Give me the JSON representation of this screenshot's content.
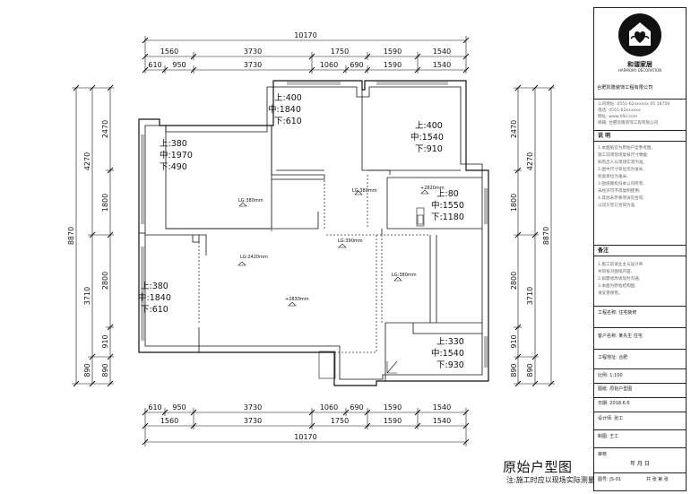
{
  "dimensions": {
    "top_total": "10170",
    "top_row1": [
      "1560",
      "3730",
      "1750",
      "1590",
      "1540"
    ],
    "top_row2": [
      "610",
      "950",
      "3730",
      "1060",
      "690",
      "1590",
      "1540"
    ],
    "bottom_row1": [
      "610",
      "950",
      "3730",
      "1060",
      "690",
      "1590",
      "1540"
    ],
    "bottom_row2": [
      "1560",
      "3730",
      "1750",
      "1590",
      "1540"
    ],
    "bottom_total": "10170",
    "left_total": "8870",
    "left_outer": [
      "4270",
      "3710",
      "890"
    ],
    "left_inner": [
      "2470",
      "1800",
      "2800",
      "910",
      "890"
    ],
    "right_total": "8870",
    "right_outer": [
      "4270",
      "3710",
      "890"
    ],
    "right_inner": [
      "2470",
      "1800",
      "2800",
      "910",
      "890"
    ]
  },
  "rooms": [
    {
      "id": "room-left-top",
      "up": "上:380",
      "mid": "中:1970",
      "down": "下:490"
    },
    {
      "id": "room-top-middle",
      "up": "上:400",
      "mid": "中:1840",
      "down": "下:610"
    },
    {
      "id": "room-top-right",
      "up": "上:400",
      "mid": "中:1540",
      "down": "下:910"
    },
    {
      "id": "room-right-middle",
      "up": "上:80",
      "mid": "中:1550",
      "down": "下:1180"
    },
    {
      "id": "room-living",
      "up": "上:380",
      "mid": "中:1840",
      "down": "下:610"
    },
    {
      "id": "room-bottom-right",
      "up": "上:330",
      "mid": "中:1540",
      "down": "下:930"
    }
  ],
  "levels": [
    "LG:380mm",
    "LG:380mm",
    "LG:390mm",
    "LG:2420mm",
    "LG:380mm",
    "+2830mm",
    "+2820mm"
  ],
  "plan_title": "原始户型图",
  "plan_note": "注:施工时应以现场实际测量为准",
  "title_block": {
    "logo_text": "和谐家居",
    "logo_sub": "HARMONY DECORATION",
    "company": "合肥凯隆装饰工程有限公司",
    "company_info": [
      "公司地址: 0551-62xxxxxx 65 18756",
      "电话: 0551-62xxxxxx",
      "网址: www.hfkl.com",
      "邮箱: 合肥凯隆装饰工程有限公司"
    ],
    "section_notes": "说  明",
    "notes_text": [
      "1.本图纸仅为原始户型参考图,",
      "  施工前须现场复核尺寸数据,",
      "  如有出入以现场实测为准,",
      "2.图中尺寸单位均为毫米,",
      "  标高单位为毫米,",
      "3.图纸版权归本公司所有,",
      "  未经许可不得复制使用,",
      "4.其他未尽事项详见合同,",
      "  以双方签订合同为准."
    ],
    "section_remark": "备注",
    "remark_text": [
      "1.施工前请业主与设计师",
      "  共同核对图纸内容,",
      "2.如需修改请及时沟通,",
      "3.本图为原始结构图,",
      "  请妥善保管。"
    ],
    "project_label": "工程名称: 住宅装修",
    "customer_label": "客户名称: 某先生 住宅",
    "address_label": "工程地址: 合肥",
    "scale_label": "比例: 1:100",
    "drawing_label": "图纸: 原始户型图",
    "date_label": "日期: 2018.6.6",
    "designer_label": "设计师: 张工",
    "drawn_label": "制图: 王工",
    "review_label": "审核",
    "sign_label": "年  月  日",
    "page_left": "图号: JS-01",
    "page_right": "共 张 第 张"
  }
}
